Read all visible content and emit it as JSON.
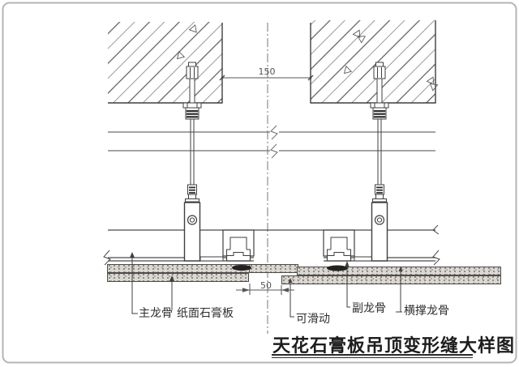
{
  "title": {
    "text": "天花石膏板吊顶变形缝大样图"
  },
  "dimensions": {
    "slab_gap": "150",
    "board_gap": "50"
  },
  "labels": {
    "main_runner": "主龙骨",
    "gypsum_board": "纸面石膏板",
    "slidable": "可滑动",
    "secondary_runner": "副龙骨",
    "cross_brace_runner": "横撑龙骨"
  },
  "colors": {
    "line": "#3f3f3f",
    "light_line": "#999999",
    "board_fill": "#dcd8d1",
    "clip_black": "#222222",
    "frame": "#b5b5b5"
  }
}
